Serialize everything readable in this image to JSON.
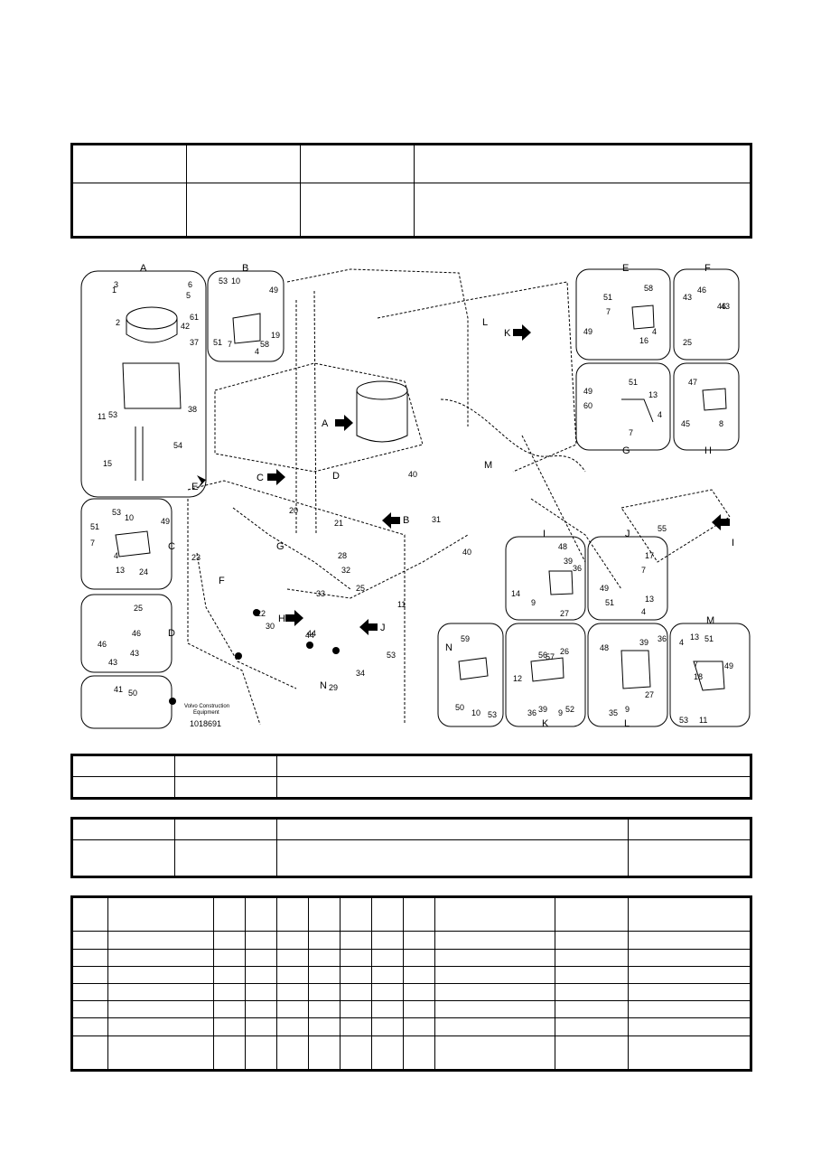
{
  "diagram": {
    "maker_text_line1": "Volvo Construction",
    "maker_text_line2": "Equipment",
    "drawing_number": "1018691",
    "detail_views": [
      "A",
      "B",
      "C",
      "D",
      "E",
      "F",
      "G",
      "H",
      "I",
      "J",
      "K",
      "L",
      "M",
      "N"
    ],
    "callouts": {
      "A": [
        "1",
        "2",
        "3",
        "5",
        "6",
        "61",
        "42",
        "37",
        "38",
        "11",
        "53",
        "15",
        "54"
      ],
      "B": [
        "53",
        "10",
        "49",
        "51",
        "7",
        "58",
        "19",
        "4"
      ],
      "C": [
        "51",
        "53",
        "10",
        "49",
        "7",
        "13",
        "4",
        "24"
      ],
      "D": [
        "25",
        "46",
        "43",
        "43",
        "46"
      ],
      "E": [
        "51",
        "58",
        "7",
        "49",
        "16",
        "4"
      ],
      "F": [
        "43",
        "46",
        "46",
        "43",
        "25"
      ],
      "G": [
        "49",
        "60",
        "51",
        "13",
        "7",
        "4"
      ],
      "H": [
        "47",
        "45",
        "8"
      ],
      "I": [
        "48",
        "39",
        "36",
        "14",
        "9",
        "27"
      ],
      "J": [
        "17",
        "7",
        "49",
        "51",
        "13",
        "4"
      ],
      "K": [
        "57",
        "56",
        "26",
        "12",
        "36",
        "39",
        "9",
        "52"
      ],
      "L": [
        "48",
        "39",
        "36",
        "35",
        "9",
        "27"
      ],
      "M": [
        "4",
        "13",
        "51",
        "7",
        "18",
        "49",
        "53",
        "11"
      ],
      "N": [
        "59",
        "10",
        "53",
        "50"
      ],
      "bottom_left": [
        "41",
        "50"
      ],
      "main": [
        "40",
        "40",
        "31",
        "20",
        "21",
        "23",
        "28",
        "32",
        "33",
        "25",
        "44",
        "44",
        "30",
        "22",
        "29",
        "34",
        "11",
        "53",
        "55"
      ]
    }
  }
}
